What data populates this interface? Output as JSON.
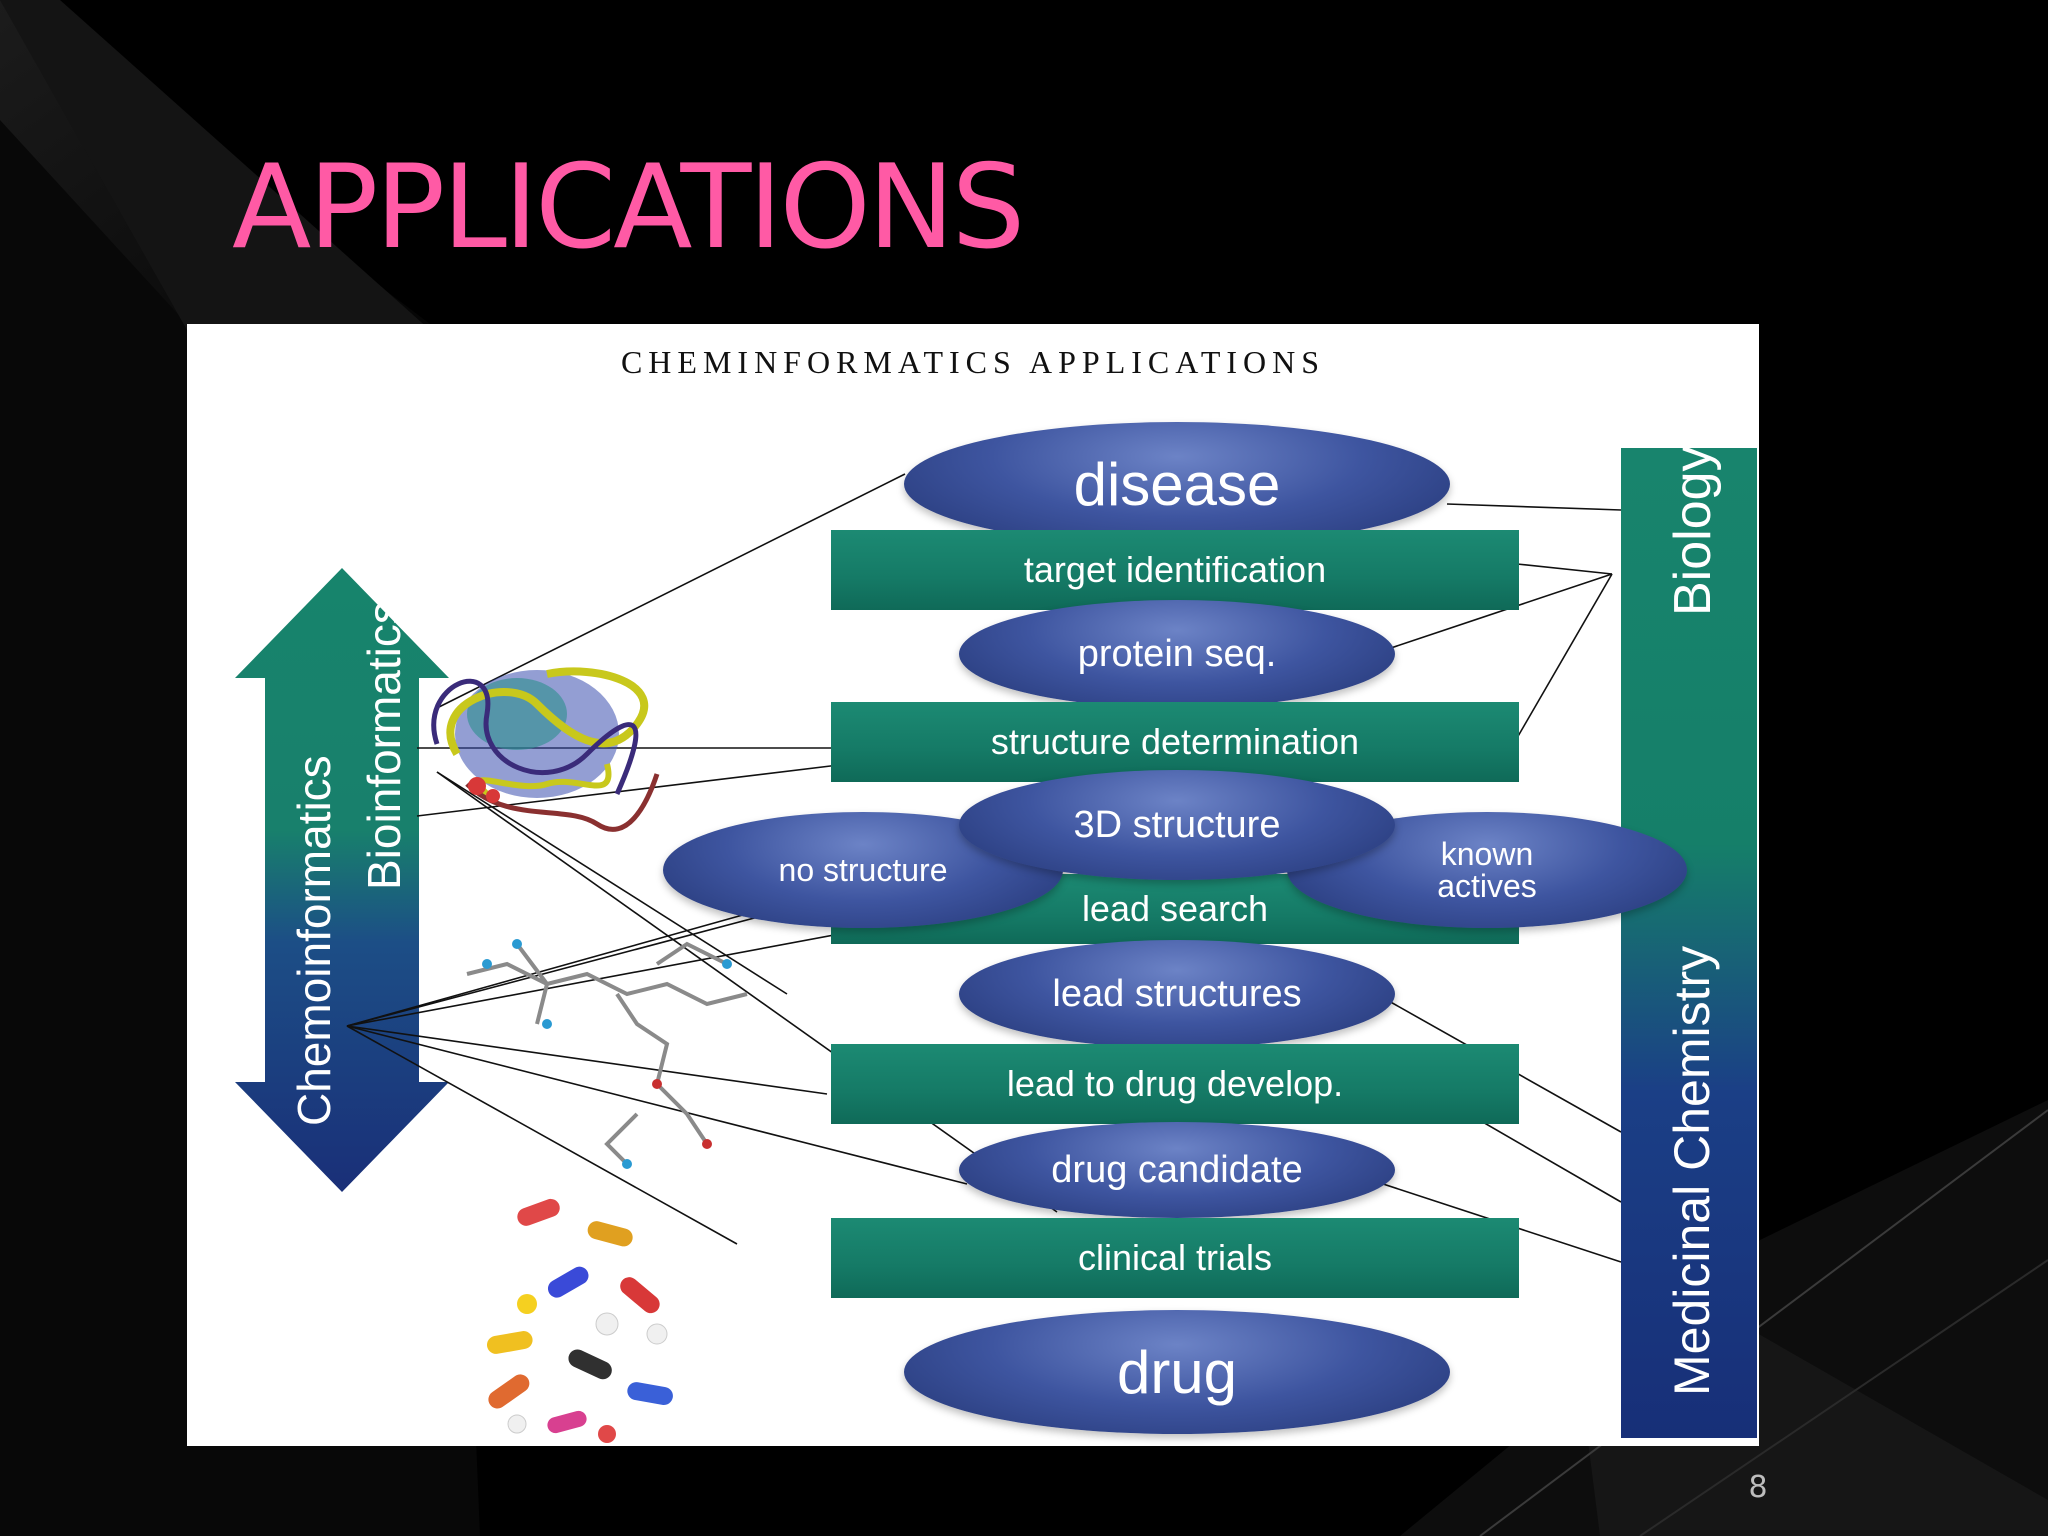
{
  "slide": {
    "title": "APPLICATIONS",
    "page_number": "8",
    "colors": {
      "background": "#000000",
      "title": "#ff5aa5",
      "page_number": "#bdbdbd"
    }
  },
  "figure": {
    "title": "CHEMINFORMATICS APPLICATIONS",
    "steps": {
      "disease": "disease",
      "target_identification": "target identification",
      "protein_seq": "protein seq.",
      "structure_determination": "structure determination",
      "no_structure": "no structure",
      "structure_3d": "3D structure",
      "known_actives": "known actives",
      "lead_search": "lead search",
      "lead_structures": "lead structures",
      "lead_to_drug": "lead to drug develop.",
      "drug_candidate": "drug candidate",
      "clinical_trials": "clinical trials",
      "drug": "drug"
    },
    "side_labels": {
      "biology": "Biology",
      "medicinal_chemistry": "Medicinal Chemistry",
      "bioinformatics": "Bioinformatics",
      "chemoinformatics": "Chemoinformatics"
    },
    "colors": {
      "oval": "#3e55a0",
      "band": "#157a66",
      "bar_top": "#18846d",
      "bar_bottom": "#172f78"
    }
  }
}
